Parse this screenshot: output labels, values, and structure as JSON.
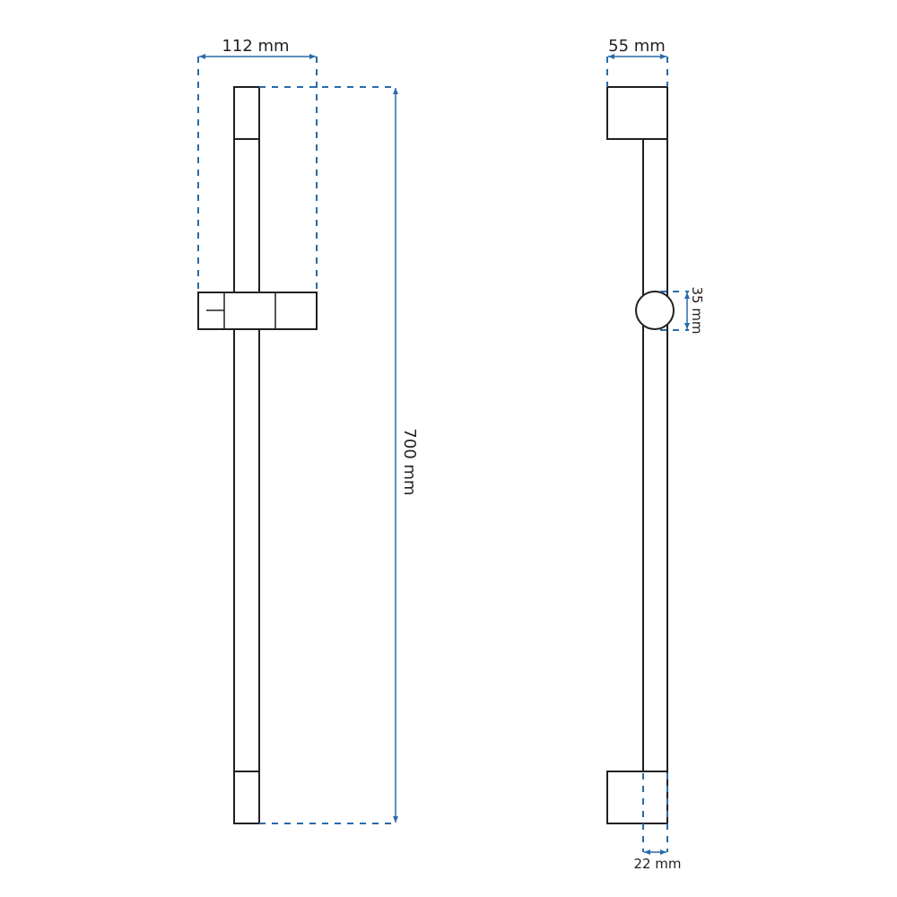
{
  "dimensions": {
    "width": "112 mm",
    "length": "700 mm",
    "depth": "55 mm",
    "slider_diameter": "35 mm",
    "rod_diameter": "22 mm"
  },
  "colors": {
    "outline": "#231f20",
    "dimension": "#2a6aa8"
  }
}
